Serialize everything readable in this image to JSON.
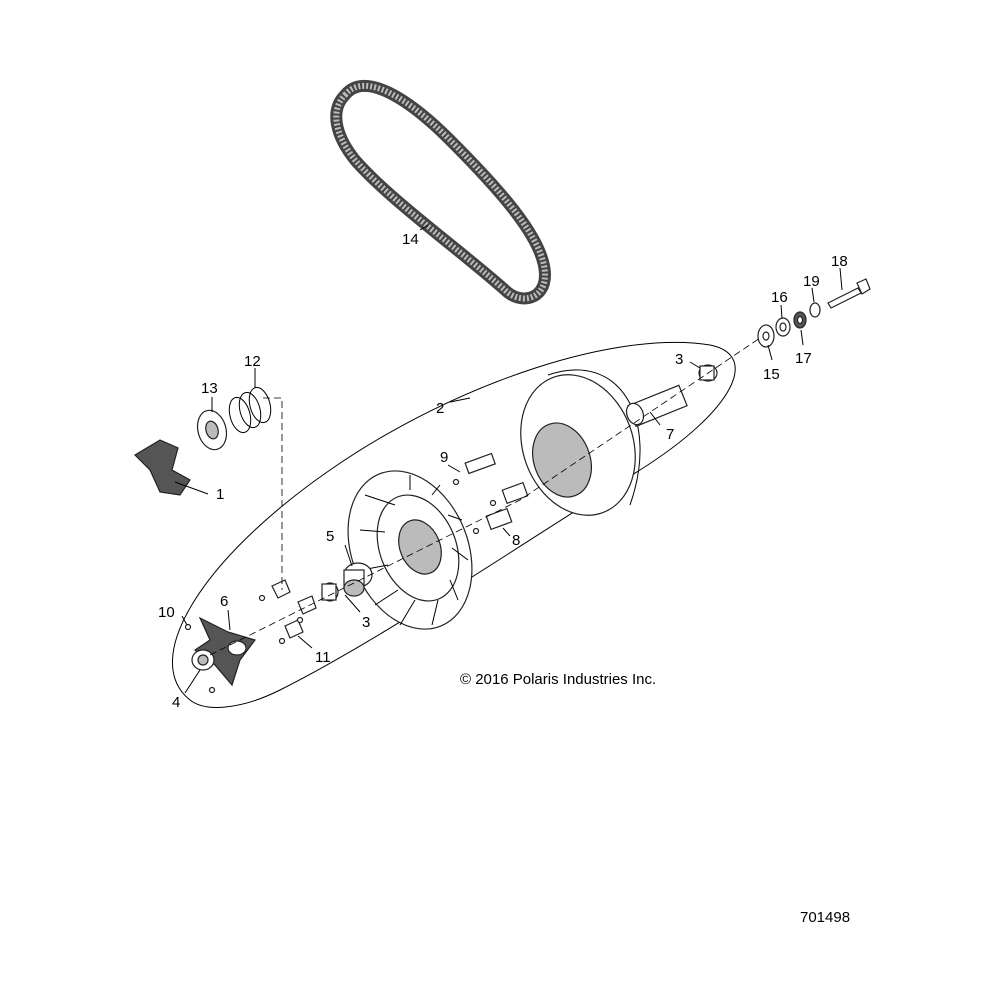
{
  "callouts": [
    "1",
    "2",
    "3",
    "4",
    "5",
    "6",
    "7",
    "8",
    "9",
    "10",
    "11",
    "12",
    "13",
    "14",
    "15",
    "16",
    "17",
    "18",
    "19",
    "3"
  ],
  "copyright": "© 2016 Polaris Industries Inc.",
  "drawing_number": "701498",
  "colors": {
    "line": "#000000",
    "background": "#ffffff",
    "shade": "#555555"
  }
}
